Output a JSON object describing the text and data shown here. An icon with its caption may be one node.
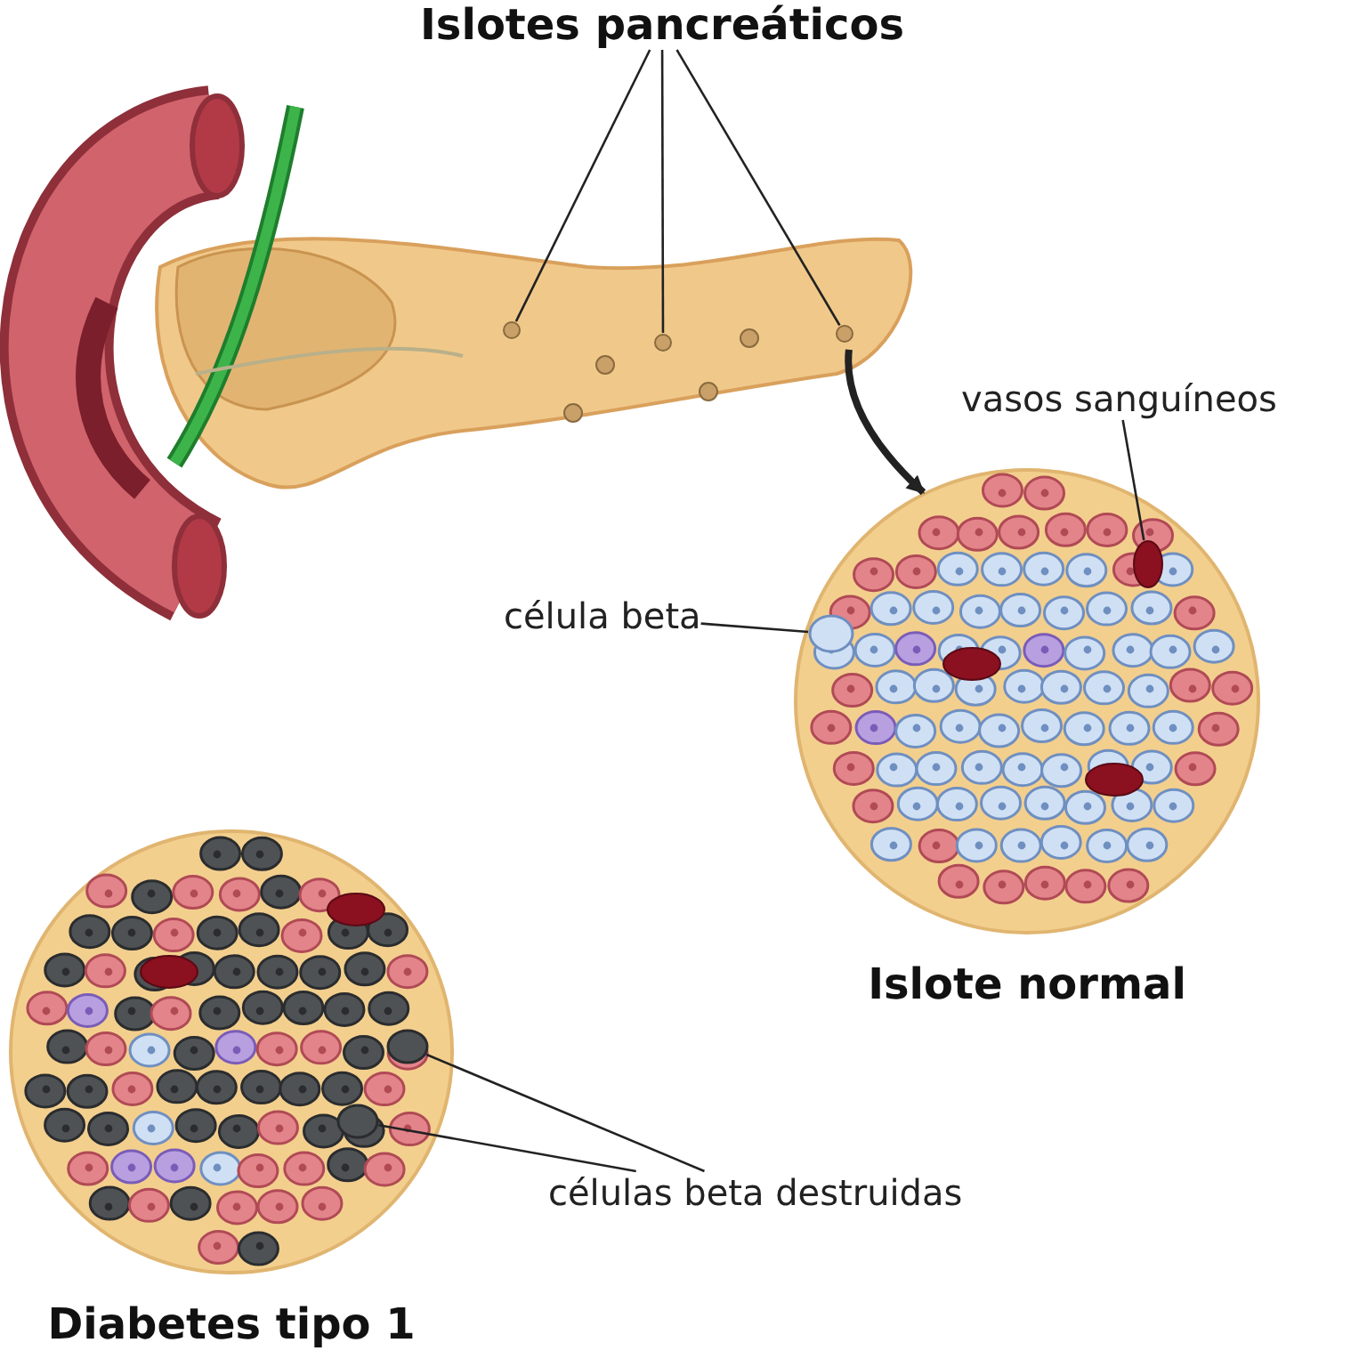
{
  "diagram": {
    "nodes": [
      {
        "text": [
          "Islotes pancreáticos"
        ]
      },
      {
        "text": [],
        "shape": "picture"
      },
      {
        "text": [],
        "shape": "circle",
        "in": 1
      },
      {
        "text": [],
        "shape": "circle",
        "in": 1
      },
      {
        "text": [],
        "shape": "circle",
        "in": 1
      },
      {
        "text": [],
        "shape": "picture",
        "beside": [
          "Islote normal"
        ]
      },
      {
        "text": [
          "vasos sanguíneos"
        ]
      },
      {
        "text": [],
        "shape": "circle",
        "in": 5
      },
      {
        "text": [
          "célula beta"
        ]
      },
      {
        "text": [],
        "shape": "circle",
        "in": 5
      },
      {
        "text": [],
        "shape": "picture",
        "beside": [
          "Diabetes tipo 1"
        ]
      },
      {
        "text": [
          "células beta destruidas"
        ]
      },
      {
        "text": [],
        "shape": "circle",
        "in": 10
      },
      {
        "text": [],
        "shape": "circle",
        "in": 10
      }
    ],
    "edges": [
      {
        "from": 0,
        "to": 2,
        "arrow": "none"
      },
      {
        "from": 0,
        "to": 3,
        "arrow": "none"
      },
      {
        "from": 0,
        "to": 4,
        "arrow": "none"
      },
      {
        "from": 4,
        "to": 5,
        "arrow": "to",
        "style": "thick"
      },
      {
        "from": 6,
        "to": 7,
        "arrow": "none"
      },
      {
        "from": 8,
        "to": 9,
        "arrow": "none"
      },
      {
        "from": 11,
        "to": 12,
        "arrow": "none"
      },
      {
        "from": 11,
        "to": 13,
        "arrow": "none"
      }
    ]
  }
}
